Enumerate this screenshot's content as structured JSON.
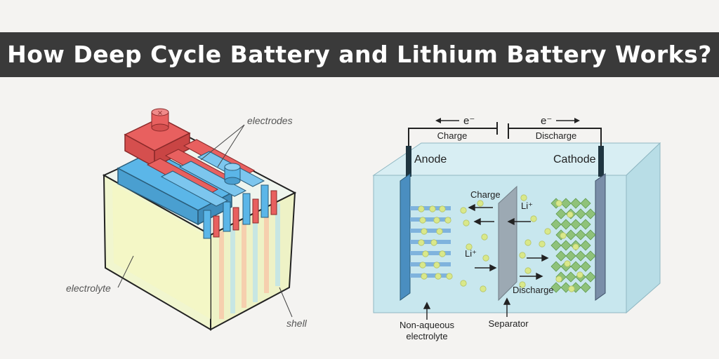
{
  "title": "How Deep Cycle Battery and Lithium Battery Works?",
  "colors": {
    "title_bar": "#3a3a3a",
    "positive_electrode": "#e8605f",
    "negative_electrode": "#5bb6e8",
    "electrolyte_fill": "#f3f7c8",
    "cell_liquid": "#bfe4ec",
    "ion": "#d9e88a",
    "cathode_crystal": "#8fc27a"
  },
  "lead_acid": {
    "electrodes_label": "electrodes",
    "electrolyte_label": "electrolyte",
    "shell_label": "shell",
    "positive_terminal_icon": "plus-terminal-icon",
    "negative_terminal_icon": "minus-terminal-icon"
  },
  "lithium": {
    "charge_electron": "e⁻",
    "discharge_electron": "e⁻",
    "charge_label": "Charge",
    "discharge_label": "Discharge",
    "anode_label": "Anode",
    "cathode_label": "Cathode",
    "inner_charge_label": "Charge",
    "inner_discharge_label": "Discharge",
    "li_ion_top": "Li⁺",
    "li_ion_mid": "Li⁺",
    "electrolyte_label_line1": "Non-aqueous",
    "electrolyte_label_line2": "electrolyte",
    "separator_label": "Separator"
  }
}
